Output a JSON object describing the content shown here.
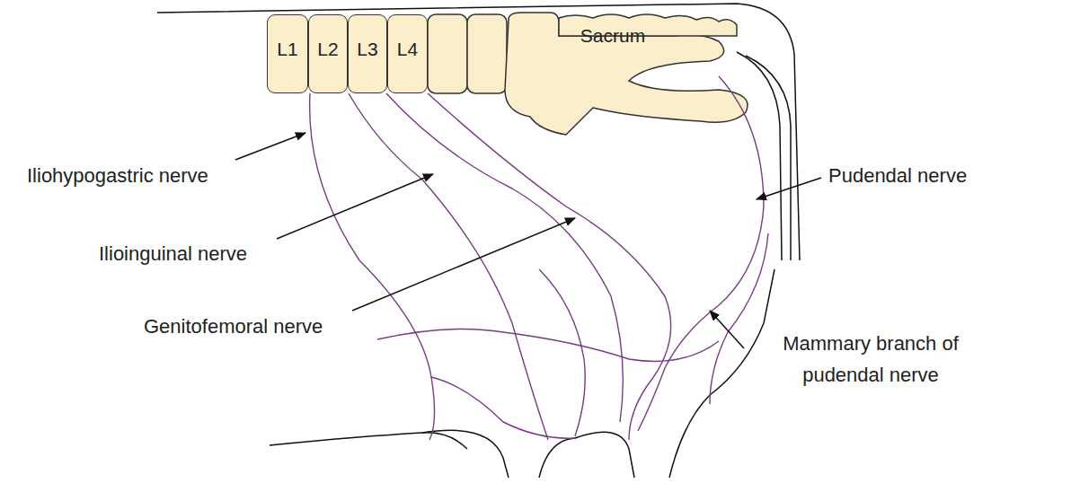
{
  "diagram": {
    "nodes": [
      {
        "text": [
          "L1"
        ]
      },
      {
        "text": [
          "L2"
        ]
      },
      {
        "text": [
          "L3"
        ]
      },
      {
        "text": [
          "L4"
        ]
      },
      {
        "text": [
          "Sacrum"
        ]
      }
    ],
    "labels": [
      "Iliohypogastric nerve",
      "Ilioinguinal nerve",
      "Genitofemoral nerve",
      "Pudendal nerve",
      "Mammary branch of pudendal nerve"
    ]
  }
}
